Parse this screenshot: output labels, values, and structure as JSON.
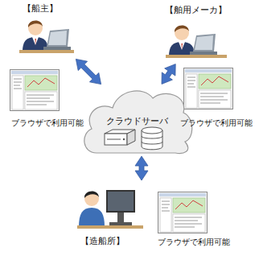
{
  "diagram": {
    "nodes": [
      {
        "text": [
          "【船主】"
        ]
      },
      {
        "text": [
          "【舶用メーカ】"
        ]
      },
      {
        "text": [
          "クラウドサーバ"
        ]
      },
      {
        "text": [
          "【造船所】"
        ]
      }
    ],
    "edges": [
      {
        "from": 0,
        "to": 2,
        "arrow": "both"
      },
      {
        "from": 1,
        "to": 2,
        "arrow": "both"
      },
      {
        "from": 2,
        "to": 3,
        "arrow": "both"
      }
    ],
    "labels": [
      "ブラウザで利用可能",
      "ブラウザで利用可能",
      "ブラウザで利用可能"
    ]
  }
}
